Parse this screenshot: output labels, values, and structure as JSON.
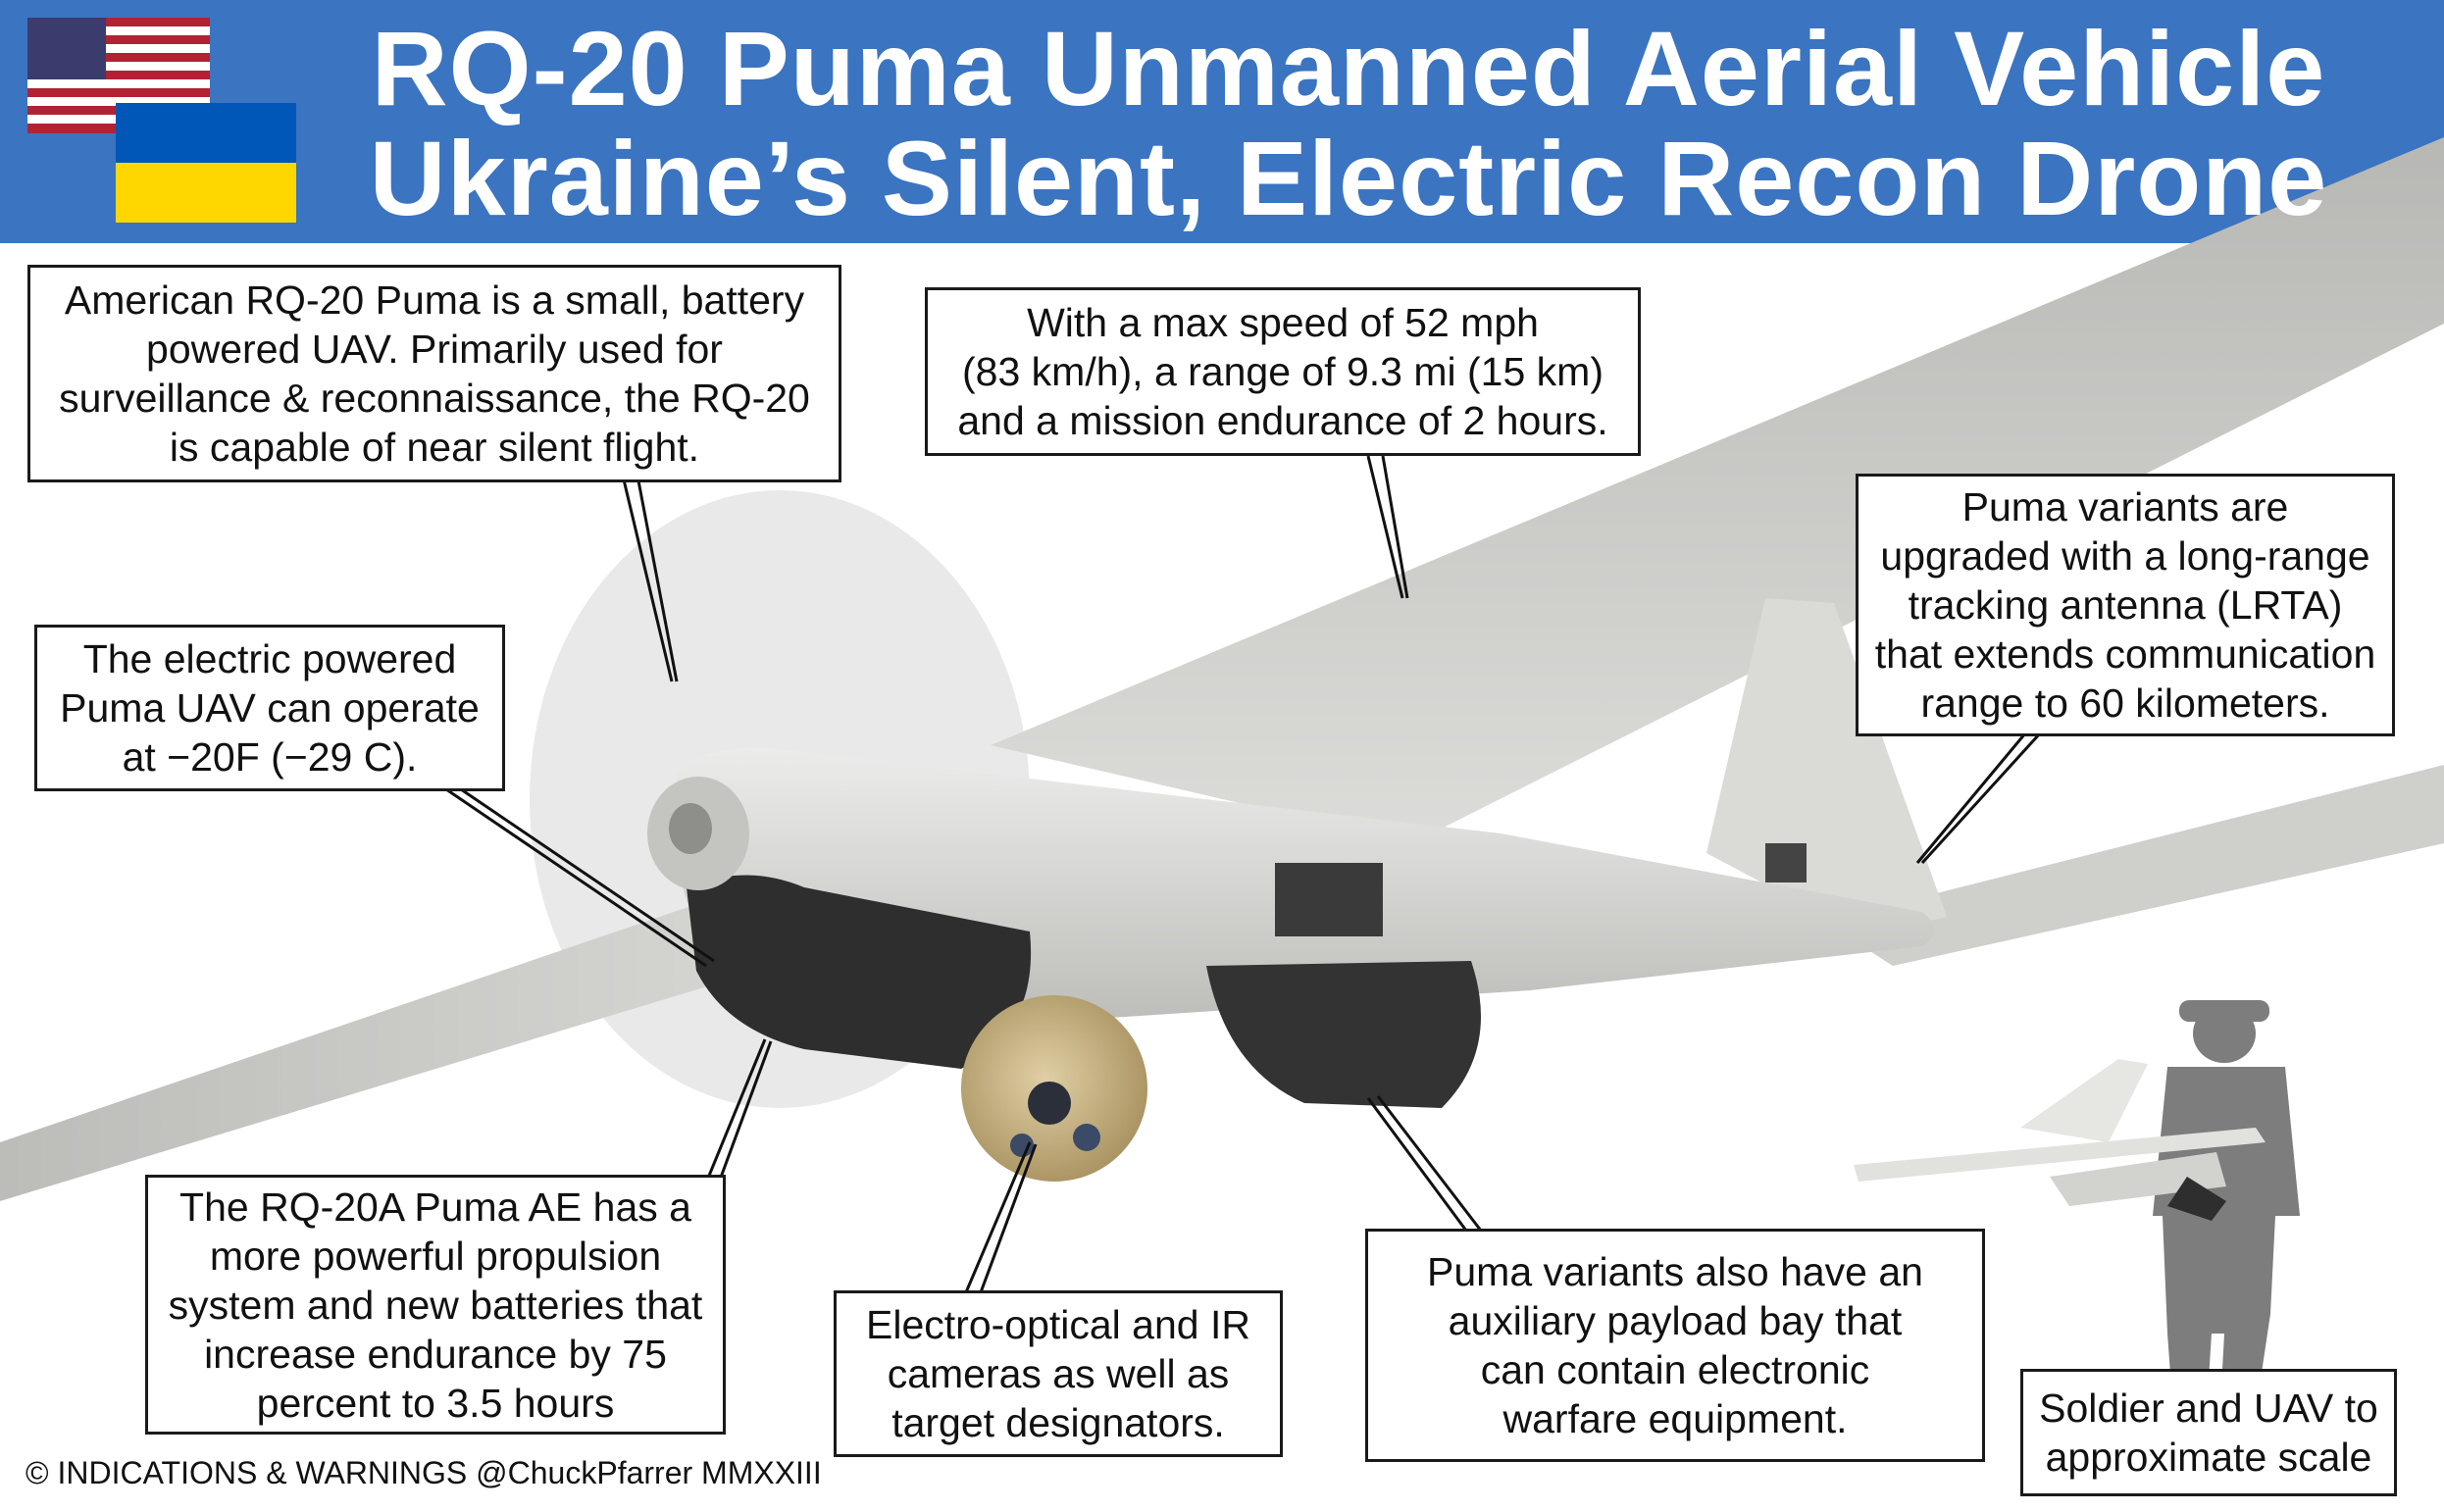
{
  "header": {
    "title_line1": "RQ-20 Puma Unmanned Aerial Vehicle",
    "title_line2": "Ukraine’s Silent, Electric Recon Drone",
    "background_color": "#3b74c1",
    "flags": [
      "us-flag-icon",
      "ukraine-flag-icon"
    ]
  },
  "callouts": {
    "overview": "American RQ-20 Puma is a small, battery\npowered UAV.  Primarily used for\nsurveillance & reconnaissance, the RQ-20\nis capable of near silent flight.",
    "speed": "With a max speed of  52 mph\n(83 km/h), a range of 9.3 mi (15 km)\nand a mission endurance of 2 hours.",
    "antenna": "Puma variants are\nupgraded with a long-range\ntracking antenna (LRTA)\nthat extends communication\nrange to 60 kilometers.",
    "cold": "The electric powered\nPuma UAV can operate\nat −20F (−29 C).",
    "propulsion": "The RQ-20A Puma AE has a\nmore powerful propulsion\nsystem and new batteries that\nincrease endurance by 75\npercent to 3.5 hours",
    "cameras": "Electro-optical and IR\ncameras as well as\ntarget designators.",
    "payload": "Puma variants also have an\nauxiliary payload bay that\ncan contain electronic\nwarfare equipment.",
    "scale": "Soldier and UAV to\napproximate scale"
  },
  "credit": "© INDICATIONS & WARNINGS @ChuckPfarrer MMXXIII",
  "colors": {
    "drone_body": "#d9d9d6",
    "drone_shadow": "#2e2e2e",
    "soldier": "#7d7d7d",
    "sensor_ball": "#c9b48a"
  }
}
